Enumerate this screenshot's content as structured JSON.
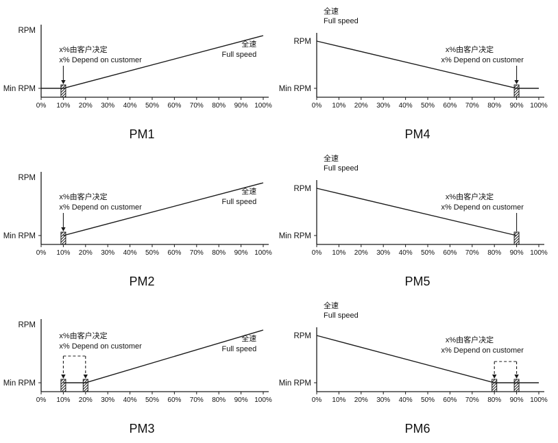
{
  "figure": {
    "background": "#ffffff",
    "text_color": "#111111",
    "line_color": "#1a1a1a"
  },
  "layout": {
    "columns": 2,
    "rows": 3,
    "order": [
      0,
      3,
      1,
      4,
      2,
      5
    ]
  },
  "chart_data": [
    {
      "type": "line",
      "title": "PM1",
      "direction": "up",
      "ylabel_top": "RPM",
      "ylabel_min": "Min RPM",
      "x_ticks": [
        "0%",
        "10%",
        "20%",
        "30%",
        "40%",
        "50%",
        "60%",
        "70%",
        "80%",
        "90%",
        "100%"
      ],
      "x_range": [
        0,
        100
      ],
      "y_scale_note": "0 = Min RPM, 100 = Full speed",
      "line_points": [
        [
          0,
          0
        ],
        [
          10,
          0
        ],
        [
          100,
          100
        ]
      ],
      "hatched_bars_x": [
        10
      ],
      "annotation": {
        "line1": "x%由客户决定",
        "line2": "x% Depend on customer",
        "side": "left"
      },
      "full_speed_label": {
        "line1": "全速",
        "line2": "Full speed",
        "side": "right"
      },
      "pointer": {
        "type": "arrow",
        "x": 10
      }
    },
    {
      "type": "line",
      "title": "PM2",
      "direction": "up",
      "ylabel_top": "RPM",
      "ylabel_min": "Min RPM",
      "x_ticks": [
        "0%",
        "10%",
        "20%",
        "30%",
        "40%",
        "50%",
        "60%",
        "70%",
        "80%",
        "90%",
        "100%"
      ],
      "x_range": [
        0,
        100
      ],
      "y_scale_note": "0 = Min RPM, 100 = Full speed",
      "line_points": [
        [
          10,
          0
        ],
        [
          100,
          100
        ]
      ],
      "hatched_bars_x": [
        10
      ],
      "annotation": {
        "line1": "x%由客户决定",
        "line2": "x% Depend on customer",
        "side": "left"
      },
      "full_speed_label": {
        "line1": "全速",
        "line2": "Full speed",
        "side": "right"
      },
      "pointer": {
        "type": "arrow",
        "x": 10
      }
    },
    {
      "type": "line",
      "title": "PM3",
      "direction": "up",
      "ylabel_top": "RPM",
      "ylabel_min": "Min RPM",
      "x_ticks": [
        "0%",
        "10%",
        "20%",
        "30%",
        "40%",
        "50%",
        "60%",
        "70%",
        "80%",
        "90%",
        "100%"
      ],
      "x_range": [
        0,
        100
      ],
      "y_scale_note": "0 = Min RPM, 100 = Full speed",
      "line_points": [
        [
          10,
          0
        ],
        [
          20,
          0
        ],
        [
          100,
          100
        ]
      ],
      "hatched_bars_x": [
        10,
        20
      ],
      "annotation": {
        "line1": "x%由客户决定",
        "line2": "x% Depend on customer",
        "side": "left"
      },
      "full_speed_label": {
        "line1": "全速",
        "line2": "Full speed",
        "side": "right"
      },
      "pointer": {
        "type": "bracket",
        "from": 10,
        "to": 20
      }
    },
    {
      "type": "line",
      "title": "PM4",
      "direction": "down",
      "ylabel_top": "RPM",
      "ylabel_min": "Min RPM",
      "x_ticks": [
        "0%",
        "10%",
        "20%",
        "30%",
        "40%",
        "50%",
        "60%",
        "70%",
        "80%",
        "90%",
        "100%"
      ],
      "x_range": [
        0,
        100
      ],
      "y_scale_note": "0 = Min RPM, 100 = Full speed",
      "line_points": [
        [
          0,
          100
        ],
        [
          90,
          0
        ],
        [
          100,
          0
        ]
      ],
      "hatched_bars_x": [
        90
      ],
      "annotation": {
        "line1": "x%由客户决定",
        "line2": "x% Depend on customer",
        "side": "right"
      },
      "full_speed_label": {
        "line1": "全速",
        "line2": "Full speed",
        "side": "left"
      },
      "pointer": {
        "type": "arrow",
        "x": 90
      }
    },
    {
      "type": "line",
      "title": "PM5",
      "direction": "down",
      "ylabel_top": "RPM",
      "ylabel_min": "Min RPM",
      "x_ticks": [
        "0%",
        "10%",
        "20%",
        "30%",
        "40%",
        "50%",
        "60%",
        "70%",
        "80%",
        "90%",
        "100%"
      ],
      "x_range": [
        0,
        100
      ],
      "y_scale_note": "0 = Min RPM, 100 = Full speed",
      "line_points": [
        [
          0,
          100
        ],
        [
          90,
          0
        ]
      ],
      "hatched_bars_x": [
        90
      ],
      "annotation": {
        "line1": "x%由客户决定",
        "line2": "x% Depend on customer",
        "side": "right"
      },
      "full_speed_label": {
        "line1": "全速",
        "line2": "Full speed",
        "side": "left"
      },
      "pointer": {
        "type": "line",
        "x": 90
      }
    },
    {
      "type": "line",
      "title": "PM6",
      "direction": "down",
      "ylabel_top": "RPM",
      "ylabel_min": "Min RPM",
      "x_ticks": [
        "0%",
        "10%",
        "20%",
        "30%",
        "40%",
        "50%",
        "60%",
        "70%",
        "80%",
        "90%",
        "100%"
      ],
      "x_range": [
        0,
        100
      ],
      "y_scale_note": "0 = Min RPM, 100 = Full speed",
      "line_points": [
        [
          0,
          100
        ],
        [
          80,
          0
        ],
        [
          100,
          0
        ]
      ],
      "hatched_bars_x": [
        80,
        90
      ],
      "annotation": {
        "line1": "x%由客户决定",
        "line2": "x% Depend on customer",
        "side": "right"
      },
      "full_speed_label": {
        "line1": "全速",
        "line2": "Full speed",
        "side": "left"
      },
      "pointer": {
        "type": "bracket",
        "from": 80,
        "to": 90
      }
    }
  ]
}
